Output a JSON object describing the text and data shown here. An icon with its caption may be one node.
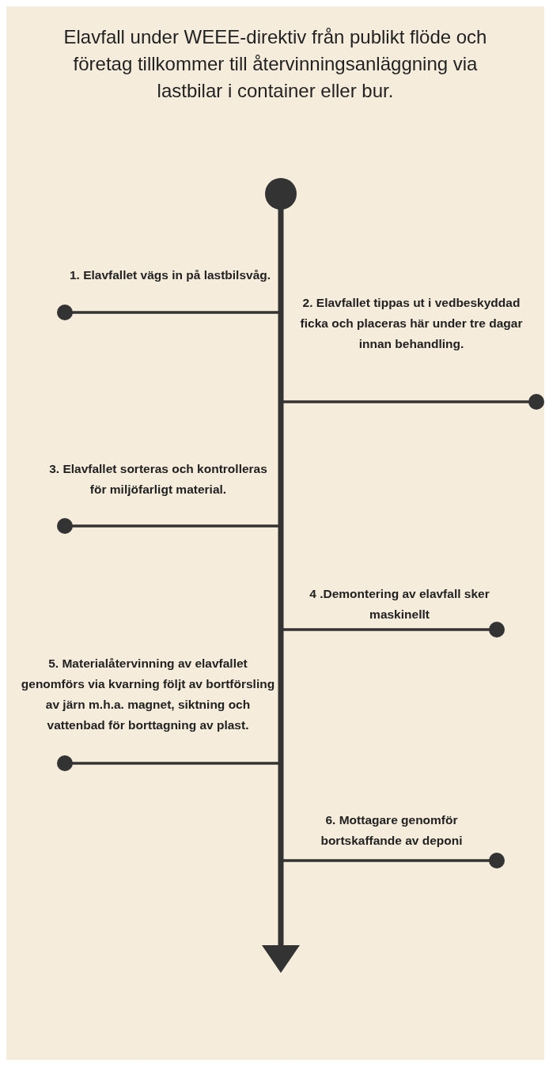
{
  "diagram": {
    "title": "Elavfall under WEEE-direktiv från publikt flöde och företag tillkommer till återvinningsanläggning via lastbilar i container eller bur.",
    "labels": [
      "1. Elavfallet vägs in på lastbilsvåg.",
      "2. Elavfallet tippas ut i vedbeskyddad ficka och placeras här under tre dagar innan behandling.",
      "3. Elavfallet sorteras och kontrolleras för miljöfarligt material.",
      "4 .Demontering av elavfall sker maskinellt",
      "5. Materialåtervinning av elavfallet genomförs via kvarning följt av bortförsling av järn m.h.a. magnet, siktning och vattenbad för borttagning av plast.",
      "6. Mottagare genomför bortskaffande av deponi"
    ]
  }
}
